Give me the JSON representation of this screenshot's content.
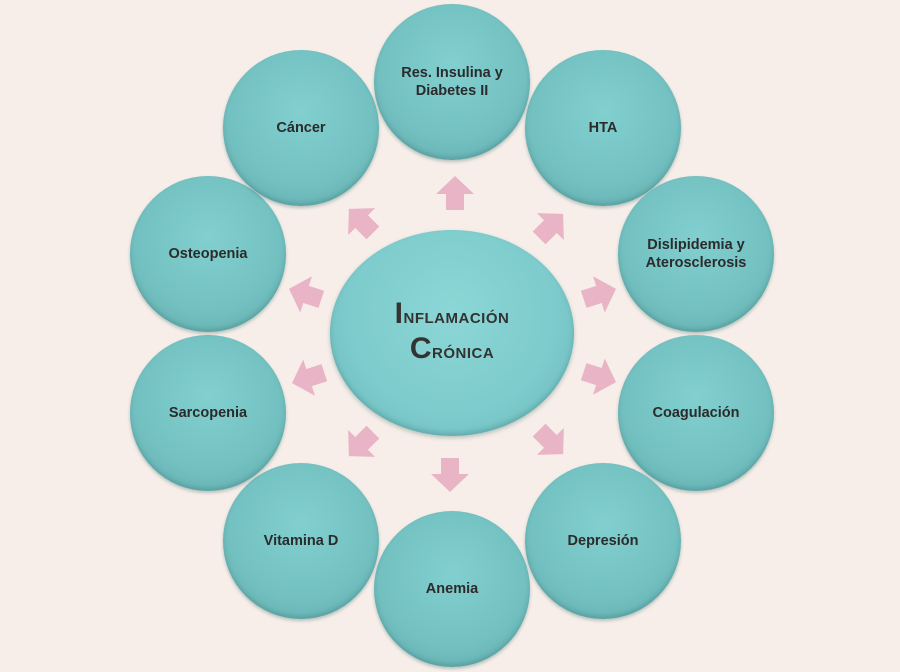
{
  "diagram": {
    "center": {
      "line1": "Inflamación",
      "line2": "Crónica"
    },
    "nodes": [
      {
        "id": "res-insulina",
        "label": "Res. Insulina y\nDiabetes II"
      },
      {
        "id": "hta",
        "label": "HTA"
      },
      {
        "id": "dislipidemia",
        "label": "Dislipidemia y\nAterosclerosis"
      },
      {
        "id": "coagulacion",
        "label": "Coagulación"
      },
      {
        "id": "depresion",
        "label": "Depresión"
      },
      {
        "id": "anemia",
        "label": "Anemia"
      },
      {
        "id": "vitamina-d",
        "label": "Vitamina D"
      },
      {
        "id": "sarcopenia",
        "label": "Sarcopenia"
      },
      {
        "id": "osteopenia",
        "label": "Osteopenia"
      },
      {
        "id": "cancer",
        "label": "Cáncer"
      }
    ],
    "colors": {
      "background": "#f7eee9",
      "circle": "#76c3c4",
      "arrow": "#e8b4c6",
      "text": "#2b2b2b"
    }
  }
}
